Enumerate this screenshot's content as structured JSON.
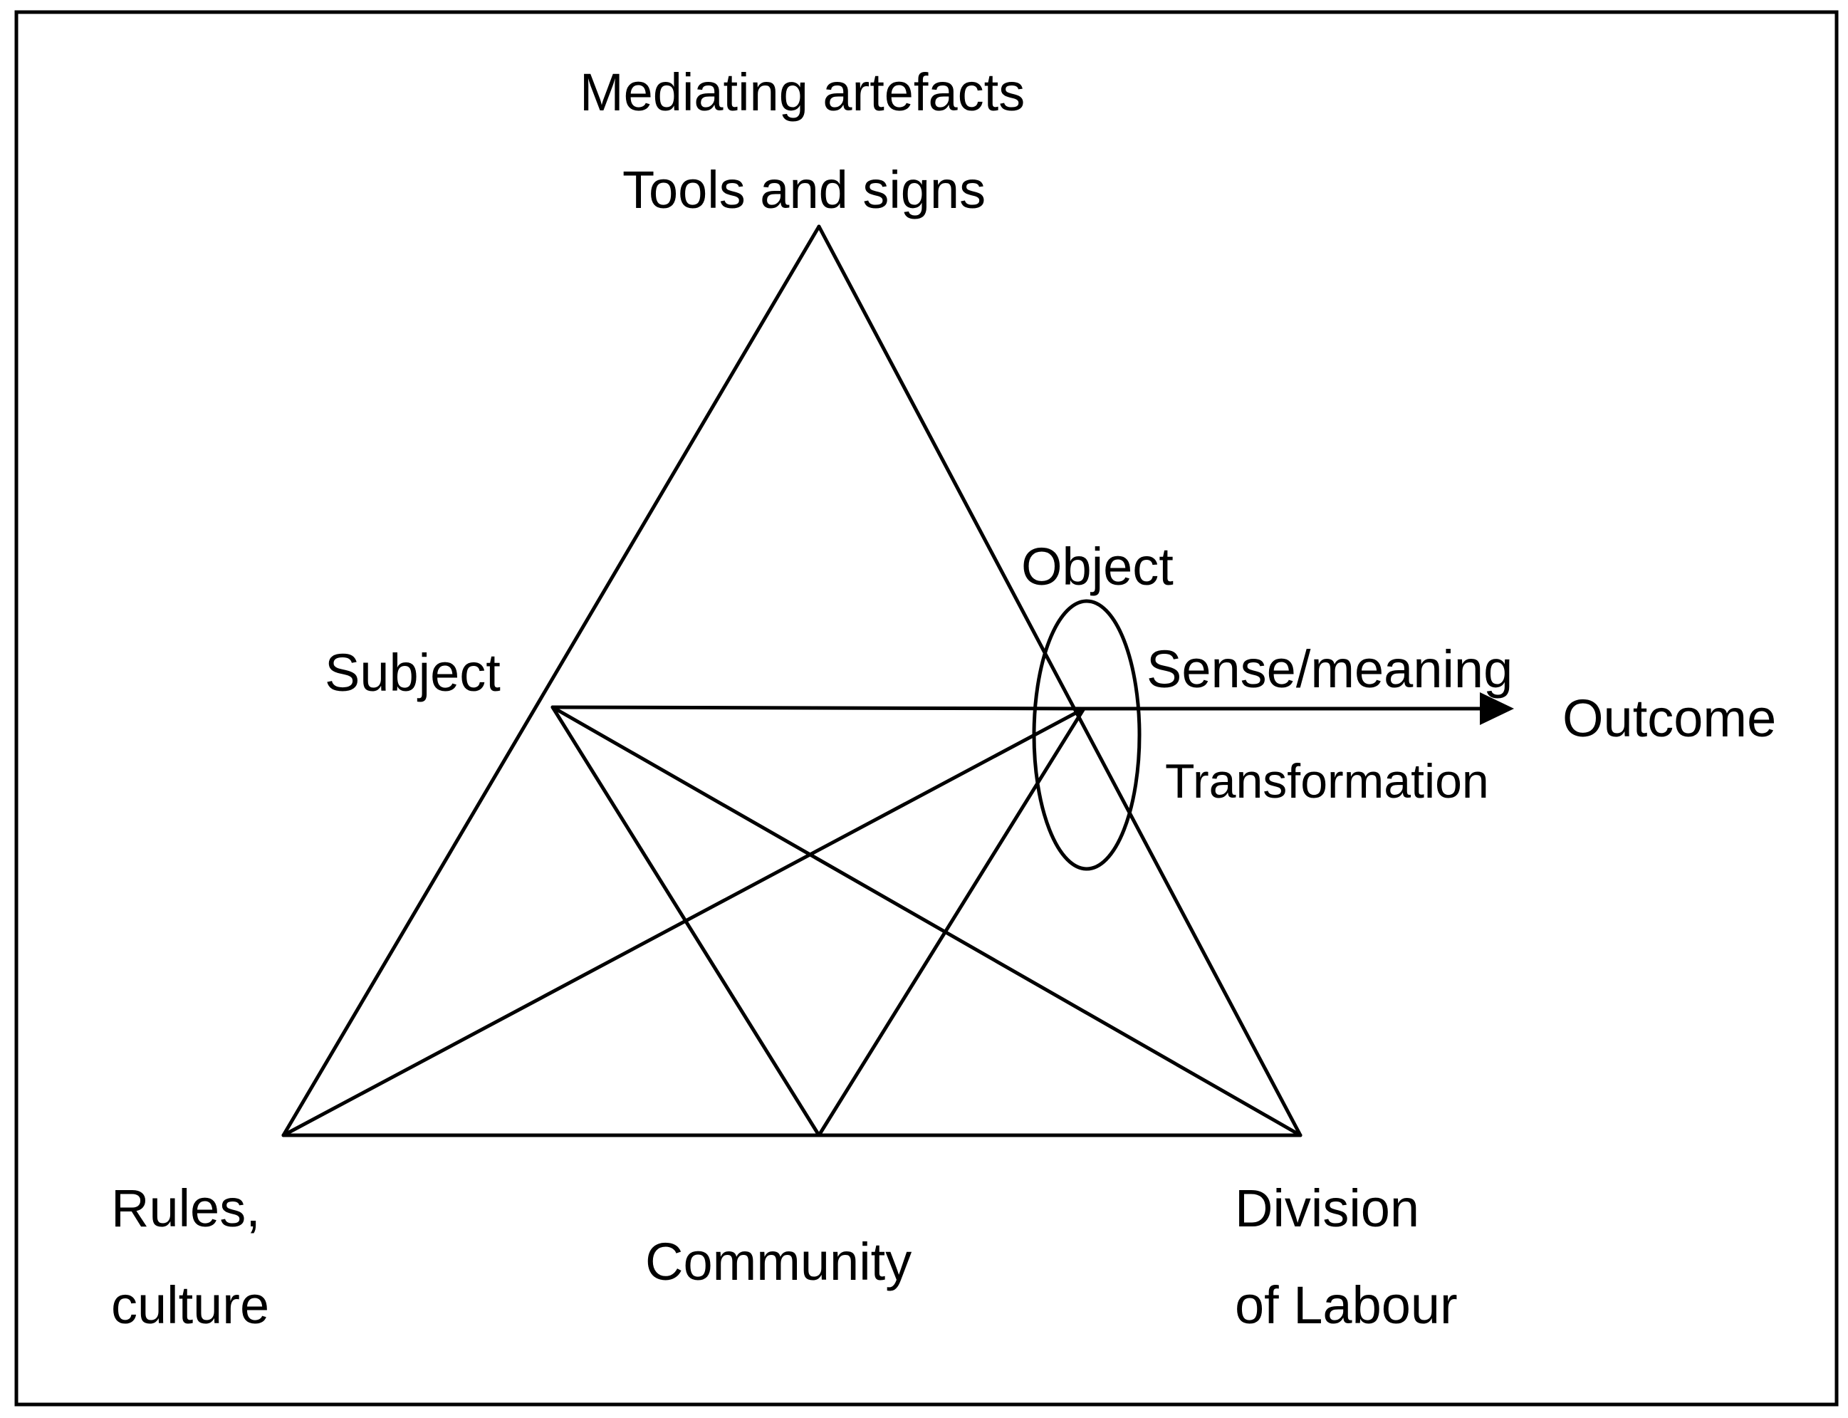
{
  "diagram": {
    "labels": {
      "mediating_artefacts": "Mediating artefacts",
      "tools_and_signs": "Tools and signs",
      "subject": "Subject",
      "object": "Object",
      "sense_meaning": "Sense/meaning",
      "transformation": "Transformation",
      "outcome": "Outcome",
      "rules_line1": "Rules,",
      "rules_line2": "culture",
      "community": "Community",
      "division_line1": "Division",
      "division_line2": "of Labour"
    },
    "nodes": [
      "Mediating artefacts",
      "Subject",
      "Object",
      "Outcome",
      "Rules, culture",
      "Community",
      "Division of Labour"
    ],
    "edges": [
      {
        "from": "Mediating artefacts",
        "to": "Rules, culture"
      },
      {
        "from": "Mediating artefacts",
        "to": "Division of Labour"
      },
      {
        "from": "Rules, culture",
        "to": "Division of Labour"
      },
      {
        "from": "Subject",
        "to": "Object"
      },
      {
        "from": "Subject",
        "to": "Community"
      },
      {
        "from": "Subject",
        "to": "Division of Labour"
      },
      {
        "from": "Object",
        "to": "Rules, culture"
      },
      {
        "from": "Object",
        "to": "Community"
      },
      {
        "from": "Object",
        "to": "Outcome",
        "arrow": true
      }
    ],
    "colors": {
      "stroke": "#000000",
      "background": "#ffffff"
    }
  }
}
